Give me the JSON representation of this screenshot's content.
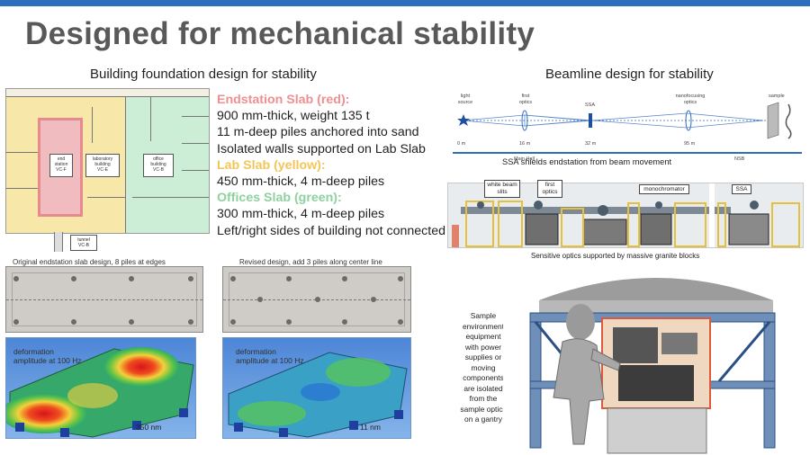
{
  "title": "Designed for mechanical stability",
  "left": {
    "heading": "Building foundation design for stability",
    "floorplan": {
      "end_station": "end\nstation\nVC-F",
      "lab_building": "laboratory\nbuilding\nVC-E",
      "office_building": "office\nbuilding\nVC-B",
      "tunnel": "tunnel\nVC-B"
    },
    "specs": {
      "endstation_heading": "Endstation Slab (red):",
      "endstation_line1": "900 mm-thick, weight 135 t",
      "endstation_line2": "11 m-deep piles anchored into sand",
      "endstation_line3": "Isolated walls supported on Lab Slab",
      "lab_heading": "Lab Slab (yellow):",
      "lab_line1": "450 mm-thick, 4 m-deep piles",
      "offices_heading": "Offices Slab (green):",
      "offices_line1": "300 mm-thick, 4 m-deep piles",
      "offices_line2": "Left/right sides of building not connected"
    },
    "slab_original": {
      "caption": "Original endstation slab design, 8 piles at edges",
      "deformation_label": "deformation\namplitude at 100 Hz",
      "amplitude": "350 nm"
    },
    "slab_revised": {
      "caption": "Revised design, add 3 piles along center line",
      "deformation_label": "deformation\namplitude at 100 Hz",
      "amplitude": "11 nm"
    }
  },
  "right": {
    "heading": "Beamline design for stability",
    "diagram": {
      "light_source": "light\nsource",
      "first_optics": "first\noptics",
      "ssa": "SSA",
      "nanofocusing_optics": "nanofocusing\noptics",
      "sample": "sample",
      "dist_0": "0 m",
      "dist_16": "16 m",
      "dist_32": "32 m",
      "dist_95": "95 m",
      "main_hall": "Main Hall",
      "nsb": "NSB",
      "caption": "SSA shields endstation from beam movement"
    },
    "photo": {
      "white_beam_slits": "white beam\nslits",
      "first_optics": "first\noptics",
      "monochromator": "monochromator",
      "ssa": "SSA",
      "caption": "Sensitive optics supported by massive granite blocks"
    },
    "gantry": {
      "text": "Sample environment equipment with power supplies or moving components are isolated from the sample optics on a gantry"
    }
  },
  "colors": {
    "accent_bar": "#2f6fbf",
    "title": "#595959",
    "red_slab": "#f08f8f",
    "yellow_slab": "#f3c556",
    "green_slab": "#8fd19e",
    "beam": "#2f6fbf"
  }
}
